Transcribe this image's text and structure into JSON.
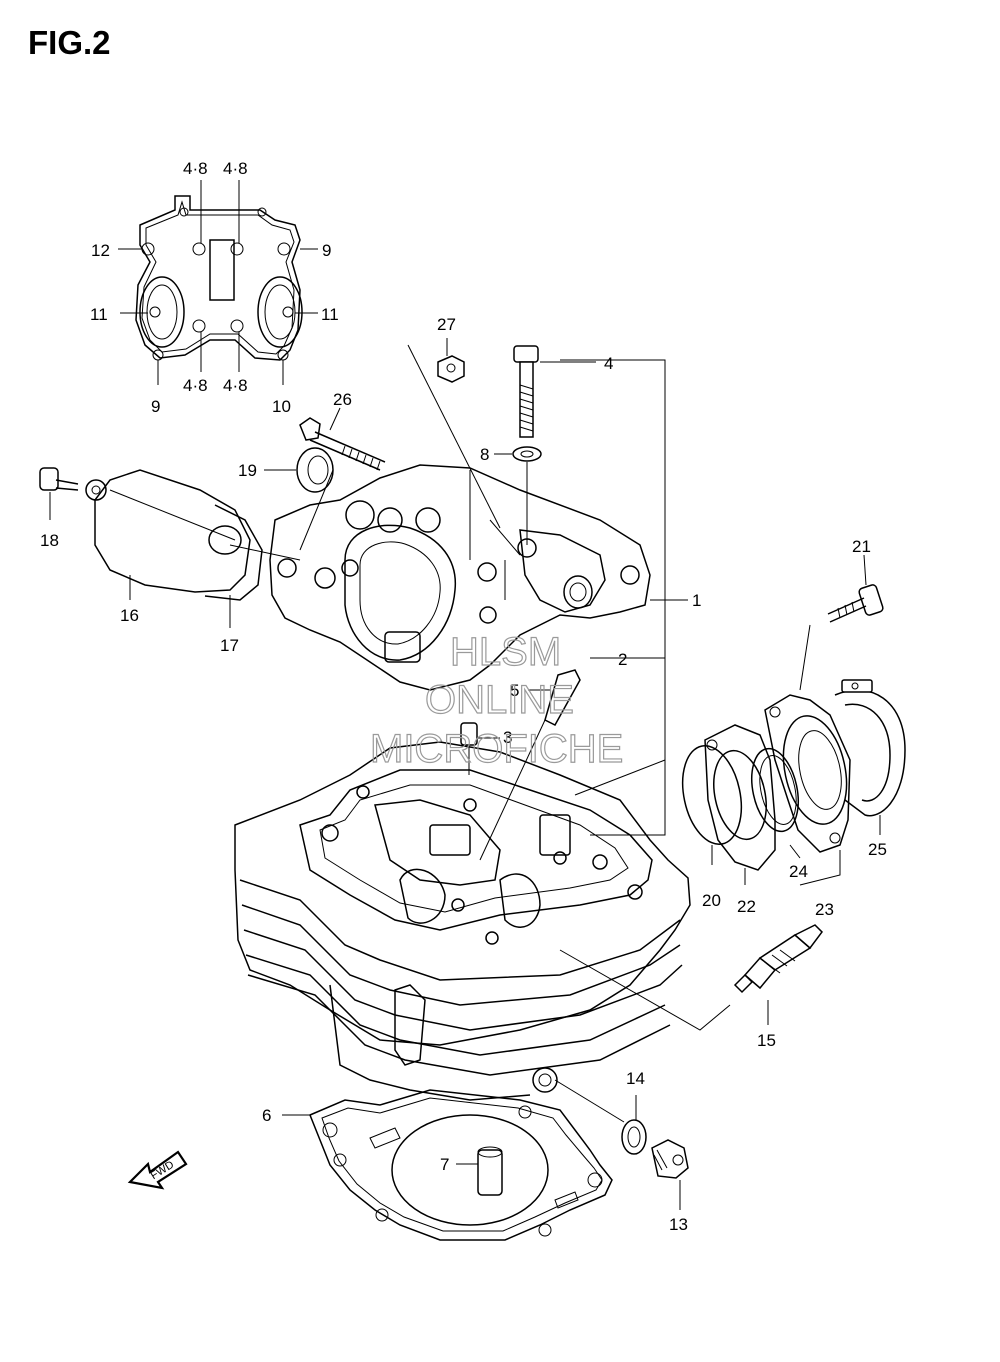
{
  "figure": {
    "title": "FIG.2"
  },
  "watermark": {
    "line1": "HLSM",
    "line2": "ONLINE",
    "line3": "MICROFICHE"
  },
  "fwd_badge": "FWD",
  "callouts": {
    "c1": "1",
    "c2": "2",
    "c3": "3",
    "c4": "4",
    "c5": "5",
    "c6": "6",
    "c7": "7",
    "c8": "8",
    "c9a": "9",
    "c9b": "9",
    "c10": "10",
    "c11a": "11",
    "c11b": "11",
    "c12": "12",
    "c13": "13",
    "c14": "14",
    "c15": "15",
    "c16": "16",
    "c17": "17",
    "c18": "18",
    "c19": "19",
    "c20": "20",
    "c21": "21",
    "c22": "22",
    "c23": "23",
    "c24": "24",
    "c25": "25",
    "c26": "26",
    "c27": "27",
    "c48a": "4·8",
    "c48b": "4·8",
    "c48c": "4·8",
    "c48d": "4·8"
  }
}
